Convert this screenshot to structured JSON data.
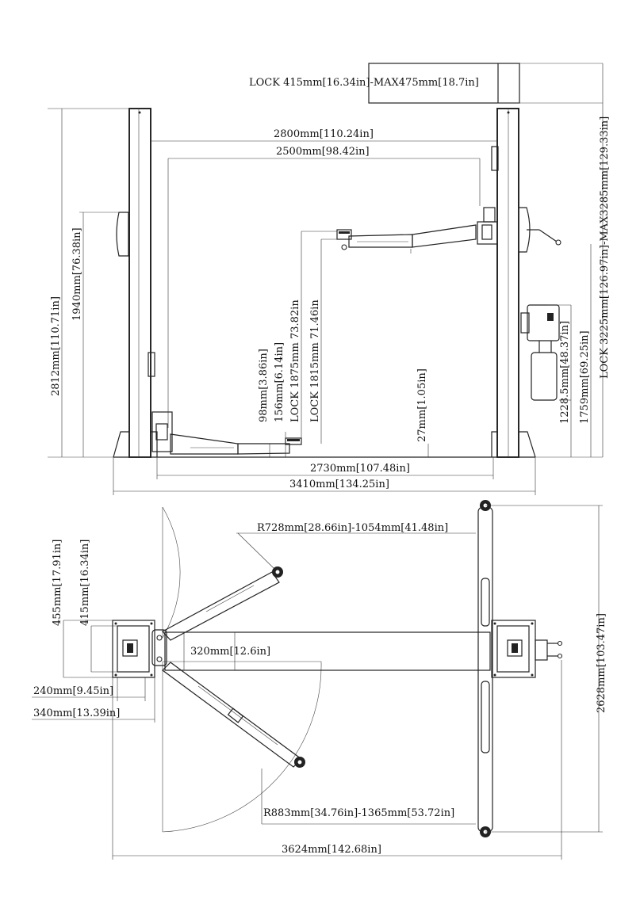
{
  "front_view": {
    "lock_height": "LOCK 415mm[16.34in]-MAX475mm[18.7in]",
    "column_outer_span": "2800mm[110.24in]",
    "arm_span": "2500mm[98.42in]",
    "column_height": "2812mm[110.71in]",
    "carriage_height": "1940mm[76.38in]",
    "total_height": "LOCK 3225mm[126.97in]-MAX3285mm[129.33in]",
    "pad_height_lock": "98mm[3.86in]",
    "pad_height_max": "156mm[6.14in]",
    "lift_lock_1": "LOCK 1875mm 73.82in",
    "lift_lock_2": "LOCK 1815mm 71.46in",
    "floor_plate_height": "27mm[1.05in]",
    "motor_height_1": "1228.5mm[48.37in]",
    "motor_height_2": "1759mm[69.25in]",
    "inner_span": "2730mm[107.48in]",
    "overall_width": "3410mm[134.25in]"
  },
  "top_view": {
    "arm_radius_short": "R728mm[28.66in]-1054mm[41.48in]",
    "arm_radius_long": "R883mm[34.76in]-1365mm[53.72in]",
    "dim_455": "455mm[17.91in]",
    "dim_415": "415mm[16.34in]",
    "beam_width": "320mm[12.6in]",
    "dim_240": "240mm[9.45in]",
    "dim_340": "340mm[13.39in]",
    "depth": "2628mm[103.47in]",
    "overall_length": "3624mm[142.68in]"
  }
}
